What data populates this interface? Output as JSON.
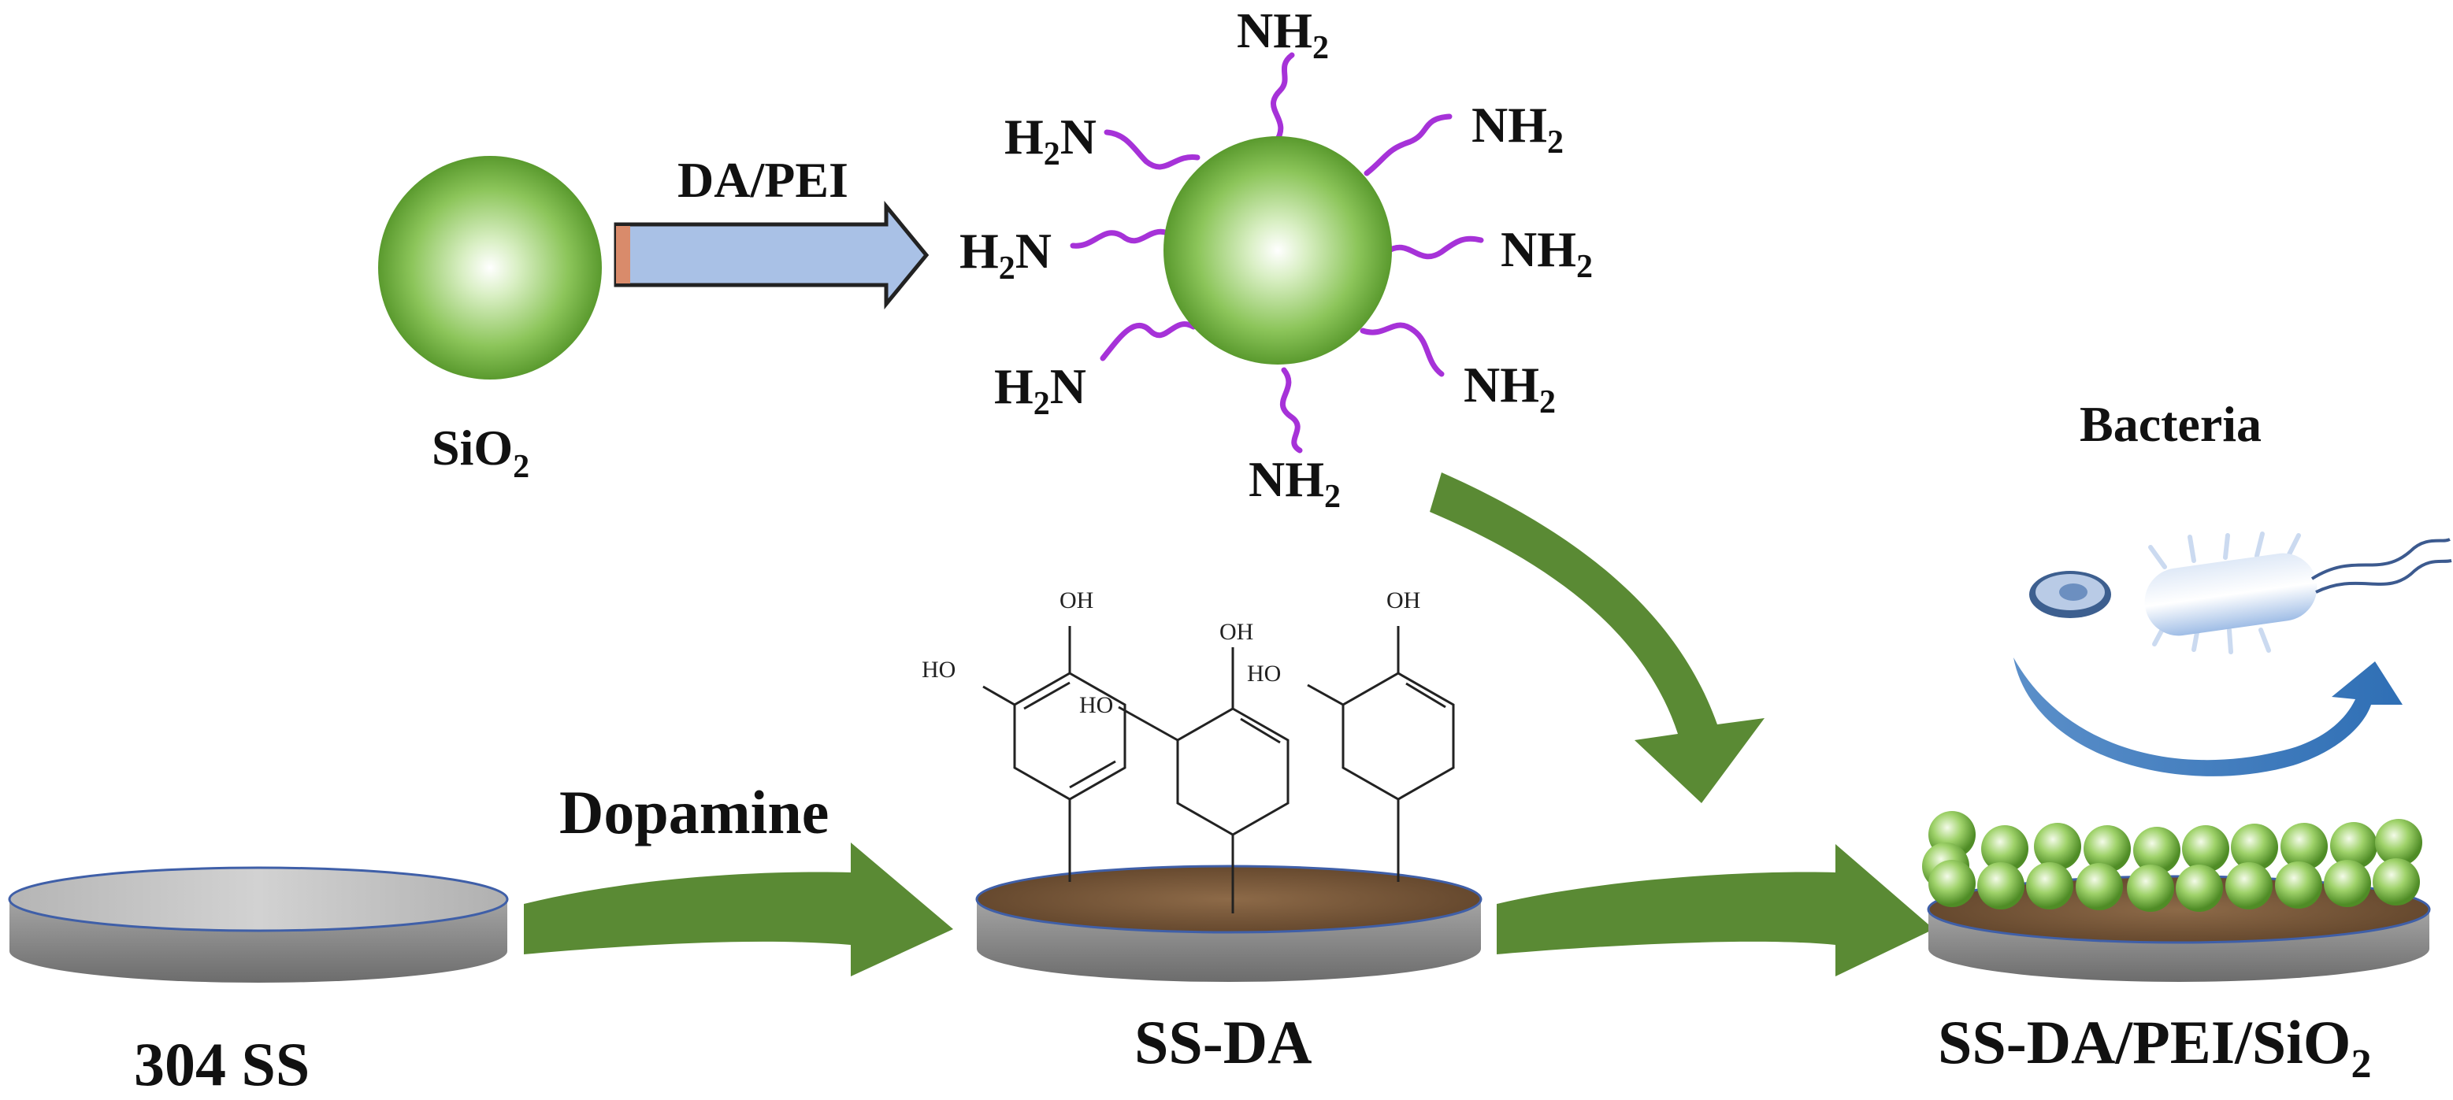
{
  "labels": {
    "sio2_main": "SiO",
    "sio2_sub": "2",
    "arrow_label": "DA/PEI",
    "amine": "NH",
    "amine_left": "H",
    "amine_left_n": "N",
    "sub2": "2",
    "bacteria": "Bacteria",
    "step1_arrow": "Dopamine",
    "substrate_1": "304 SS",
    "substrate_2": "SS-DA",
    "substrate_3_main": "SS-DA/PEI/SiO",
    "substrate_3_sub": "2",
    "hydroxyl": "OH",
    "hydroxyl_left": "HO"
  },
  "colors": {
    "sphere_green": "#6db33f",
    "sphere_highlight": "#ffffff",
    "chain_purple": "#a632d8",
    "big_arrow_green": "#5a8a34",
    "blue_arrow_fill": "#a9c1e6",
    "blue_arrow_stroke": "#222222",
    "disk_gray": "#8a8a8a",
    "disk_top": "#c7c7c7",
    "pda_brown": "#7a5a3c",
    "curved_arrow_blue": "#3a7fc4"
  },
  "icons": {
    "top_sphere": "silica-sphere",
    "functionalized_sphere": "amine-functionalized-sphere",
    "bacterium": "rod-bacterium-icon",
    "spore": "spore-cell-icon",
    "repel_arrow": "curved-repel-arrow"
  }
}
